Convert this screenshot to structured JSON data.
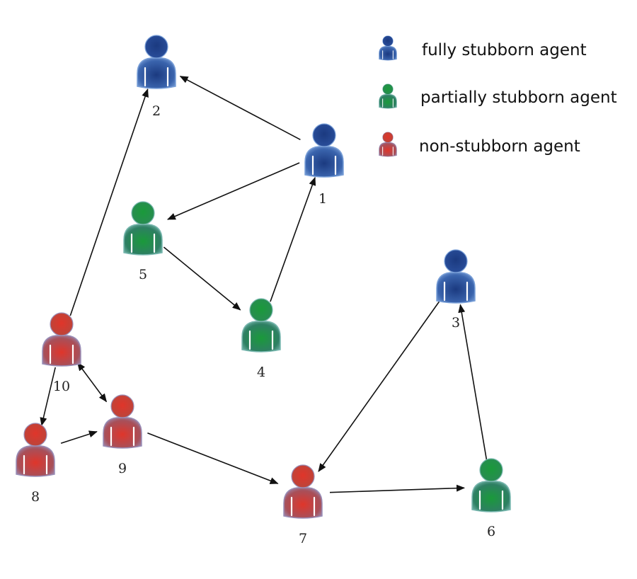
{
  "legend": [
    {
      "type": "fully",
      "label": "fully stubborn agent"
    },
    {
      "type": "partial",
      "label": "partially stubborn agent"
    },
    {
      "type": "non",
      "label": "non-stubborn agent"
    }
  ],
  "agent_colors": {
    "fully": {
      "head": "#2a4f9c",
      "body": "#3a64ad",
      "core": "#1b3a80",
      "rim": "#7aa0d8"
    },
    "partial": {
      "head": "#2a8a55",
      "body": "#2e7f63",
      "core": "#1a9a3a",
      "rim": "#7ab8b0"
    },
    "non": {
      "head": "#b8463c",
      "body": "#a7505a",
      "core": "#e0352a",
      "rim": "#9a8fb8"
    }
  },
  "agents": [
    {
      "id": "1",
      "label": "1",
      "type": "fully"
    },
    {
      "id": "2",
      "label": "2",
      "type": "fully"
    },
    {
      "id": "3",
      "label": "3",
      "type": "fully"
    },
    {
      "id": "4",
      "label": "4",
      "type": "partial"
    },
    {
      "id": "5",
      "label": "5",
      "type": "partial"
    },
    {
      "id": "6",
      "label": "6",
      "type": "partial"
    },
    {
      "id": "7",
      "label": "7",
      "type": "non"
    },
    {
      "id": "8",
      "label": "8",
      "type": "non"
    },
    {
      "id": "9",
      "label": "9",
      "type": "non"
    },
    {
      "id": "10",
      "label": "10",
      "type": "non"
    }
  ],
  "edges": [
    {
      "from": "1",
      "to": "2",
      "bidirectional": false
    },
    {
      "from": "1",
      "to": "5",
      "bidirectional": false
    },
    {
      "from": "5",
      "to": "4",
      "bidirectional": false
    },
    {
      "from": "4",
      "to": "1",
      "bidirectional": false
    },
    {
      "from": "10",
      "to": "2",
      "bidirectional": false
    },
    {
      "from": "10",
      "to": "8",
      "bidirectional": false
    },
    {
      "from": "10",
      "to": "9",
      "bidirectional": true
    },
    {
      "from": "8",
      "to": "9",
      "bidirectional": false
    },
    {
      "from": "9",
      "to": "7",
      "bidirectional": false
    },
    {
      "from": "3",
      "to": "7",
      "bidirectional": false
    },
    {
      "from": "7",
      "to": "6",
      "bidirectional": false
    },
    {
      "from": "6",
      "to": "3",
      "bidirectional": false
    }
  ]
}
